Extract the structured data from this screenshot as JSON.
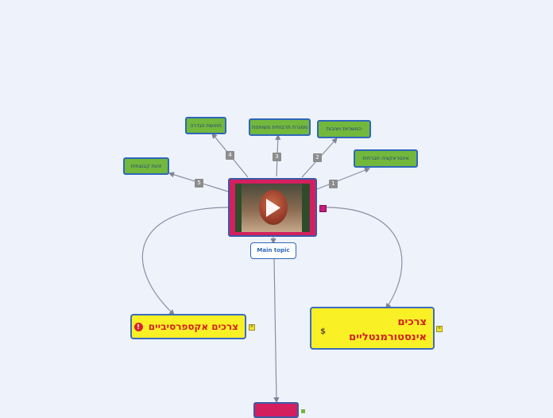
{
  "main_topic": {
    "label": "Main topic"
  },
  "subtopics": [
    {
      "num": "1",
      "label": "אינטראקציה חברתית"
    },
    {
      "num": "2",
      "label": "המשכיות ויציבות"
    },
    {
      "num": "3",
      "label": "מסגרת תרבותית משותפת"
    },
    {
      "num": "4",
      "label": "תחושת הגדרה"
    },
    {
      "num": "5",
      "label": "זהות קבוצתית"
    }
  ],
  "left_node": {
    "label": "צרכים אקספרסיביים"
  },
  "right_node": {
    "label": "צרכים אינסטורמנטליים"
  },
  "icons": {
    "video": "play-icon",
    "left": "warning-icon",
    "right": "money-bag-icon",
    "notes": "notes-icon"
  },
  "colors": {
    "background": "#eef2fb",
    "topic_green": "#72b83c",
    "central_pink": "#d41f5f",
    "node_yellow": "#f9f026",
    "connector": "#8a8fa3",
    "border_blue": "#2e67b9"
  }
}
